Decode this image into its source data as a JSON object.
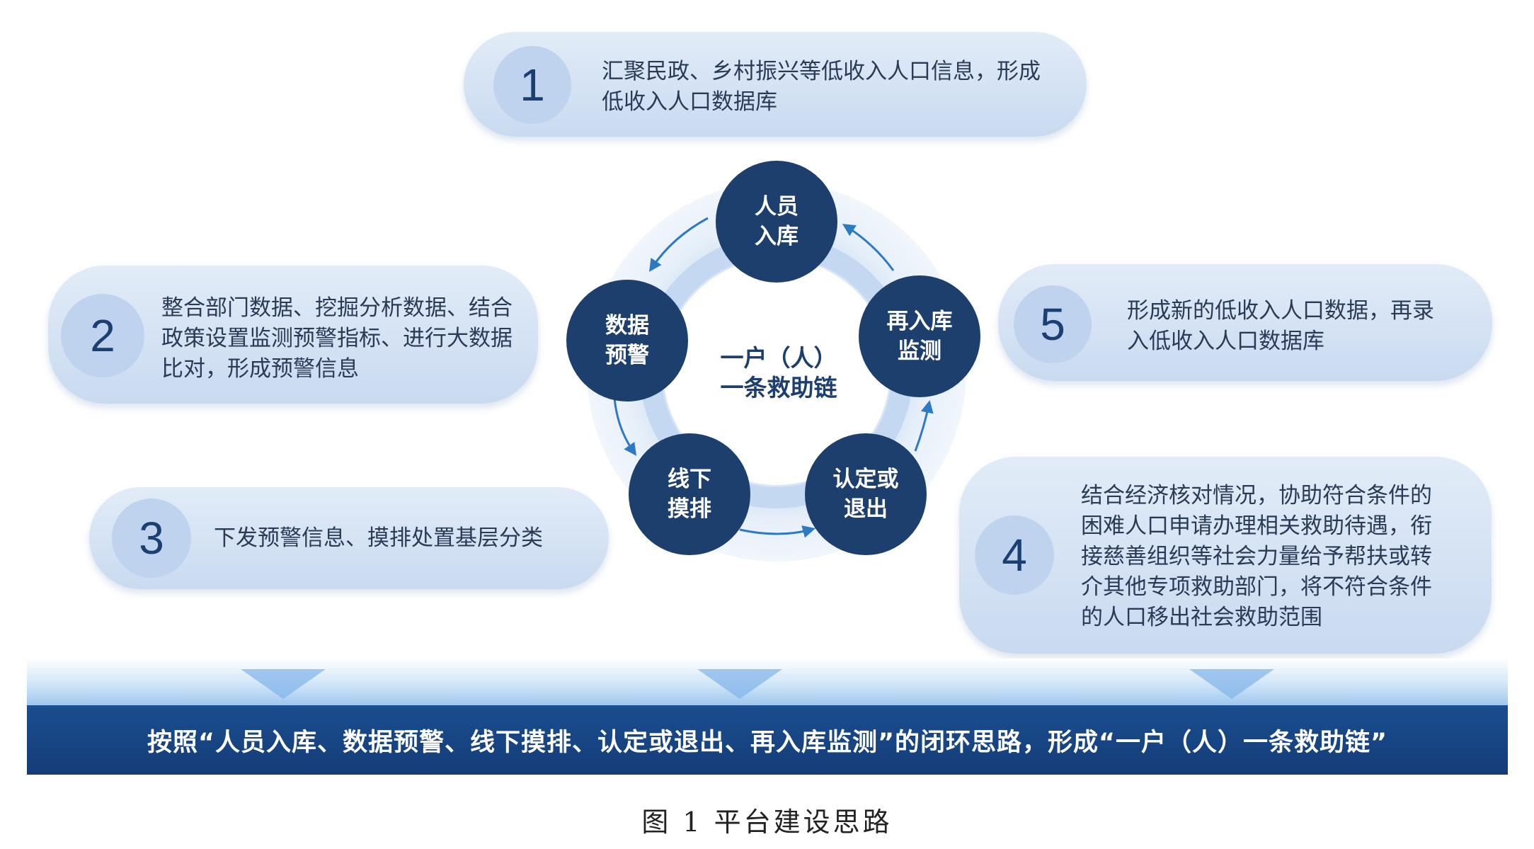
{
  "steps": [
    {
      "number": "1",
      "text": "汇聚民政、乡村振兴等低收入人口信息，形成\n低收入人口数据库"
    },
    {
      "number": "2",
      "text": "整合部门数据、挖掘分析数据、结合\n政策设置监测预警指标、进行大数据\n比对，形成预警信息"
    },
    {
      "number": "3",
      "text": "下发预警信息、摸排处置基层分类"
    },
    {
      "number": "4",
      "text": "结合经济核对情况，协助符合条件的\n困难人口申请办理相关救助待遇，衔\n接慈善组织等社会力量给予帮扶或转\n介其他专项救助部门，将不符合条件\n的人口移出社会救助范围"
    },
    {
      "number": "5",
      "text": "形成新的低收入人口数据，再录\n入低收入人口数据库"
    }
  ],
  "cycle": {
    "center": "一户（人）\n一条救助链",
    "nodes": [
      {
        "label": "人员\n入库"
      },
      {
        "label": "再入库\n监测"
      },
      {
        "label": "认定或\n退出"
      },
      {
        "label": "线下\n摸排"
      },
      {
        "label": "数据\n预警"
      }
    ]
  },
  "banner": "按照“人员入库、数据预警、线下摸排、认定或退出、再入库监测”的闭环思路，形成“一户（人）一条救助链”",
  "caption": "图 1  平台建设思路",
  "colors": {
    "node": "#1d3f6e",
    "pill": "#d3e2f4",
    "banner": "#163f7d"
  }
}
